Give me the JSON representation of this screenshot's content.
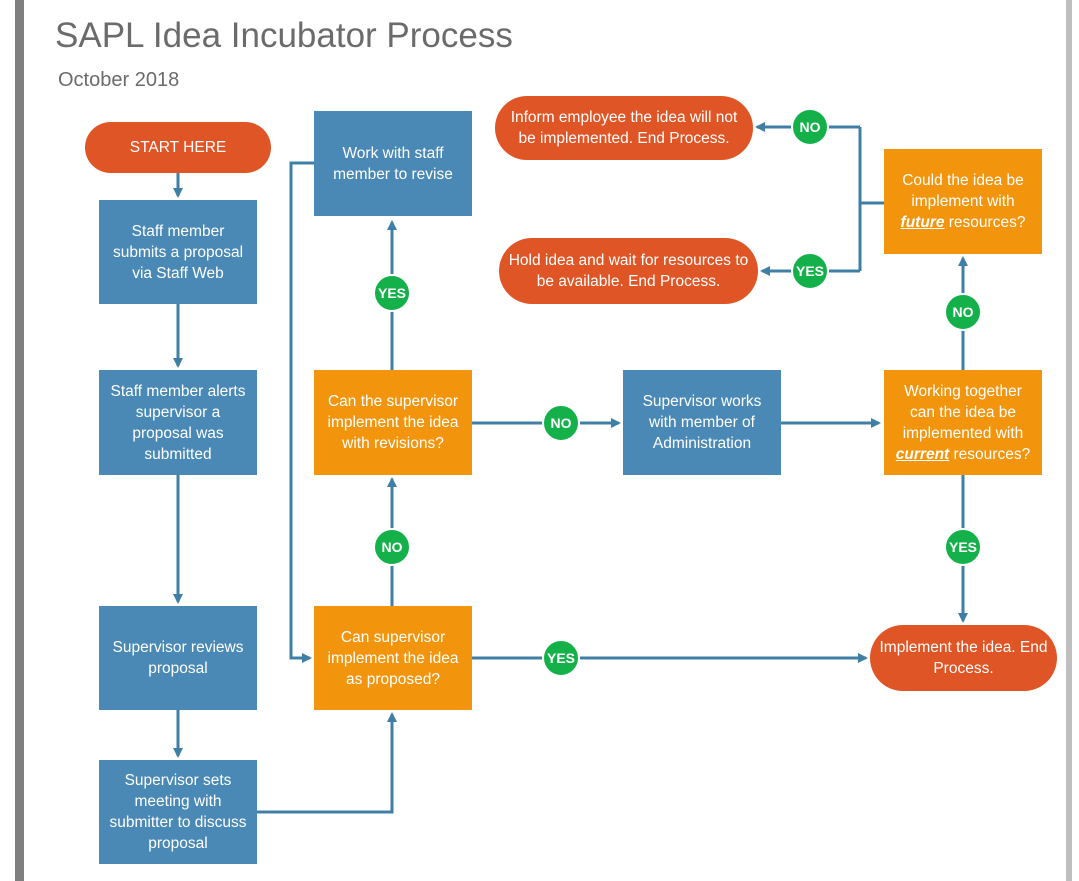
{
  "header": {
    "title": "SAPL Idea Incubator Process",
    "subtitle": "October 2018"
  },
  "colors": {
    "process_blue": "#4a89b5",
    "decision_orange": "#f2950d",
    "terminal_red": "#e05525",
    "badge_green": "#14b14b",
    "connector": "#3f7fa6"
  },
  "nodes": {
    "start": "START HERE",
    "submit": "Staff member submits a proposal via Staff Web",
    "alert": "Staff member alerts supervisor a proposal was submitted",
    "review": "Supervisor reviews proposal",
    "meeting": "Supervisor sets meeting with submitter to discuss proposal",
    "revise": "Work with staff member to revise",
    "can_revisions": "Can the supervisor implement the idea with revisions?",
    "can_proposed": "Can supervisor implement the idea as proposed?",
    "admin": "Supervisor works with member of Administration",
    "inform": "Inform employee the idea will not be implemented. End Process.",
    "hold": "Hold idea and wait for resources to be available. End Process.",
    "implement": "Implement the idea. End Process.",
    "future": {
      "before": "Could the idea be implement with ",
      "emphasis": "future",
      "after": " resources?"
    },
    "current": {
      "before": "Working together can the idea be implemented with ",
      "emphasis": "current",
      "after": " resources?"
    }
  },
  "badges": {
    "yes_revise": "YES",
    "no_revisions": "NO",
    "no_admin": "NO",
    "yes_implement": "YES",
    "yes_current": "YES",
    "no_current": "NO",
    "no_inform": "NO",
    "yes_hold": "YES"
  }
}
